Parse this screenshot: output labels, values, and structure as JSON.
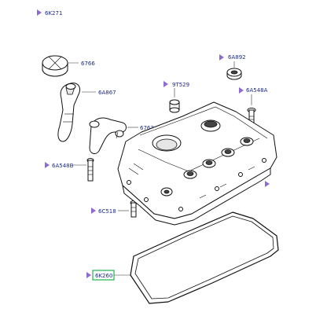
{
  "callouts": {
    "c1": {
      "code": "6K271"
    },
    "c2": {
      "code": "6766"
    },
    "c3": {
      "code": "6A892"
    },
    "c4": {
      "code": "6A867"
    },
    "c5": {
      "code": "9T529"
    },
    "c6": {
      "code": "6A548A"
    },
    "c7": {
      "code": "6763"
    },
    "c8": {
      "code": "6A548B"
    },
    "c9": {
      "code": "6C518"
    },
    "c10": {
      "code": "6K260",
      "highlighted": true
    }
  },
  "colors": {
    "label_text": "#1a2a8c",
    "marker": "#8f6bd0",
    "highlight": "#22b24c",
    "line": "#111111"
  }
}
